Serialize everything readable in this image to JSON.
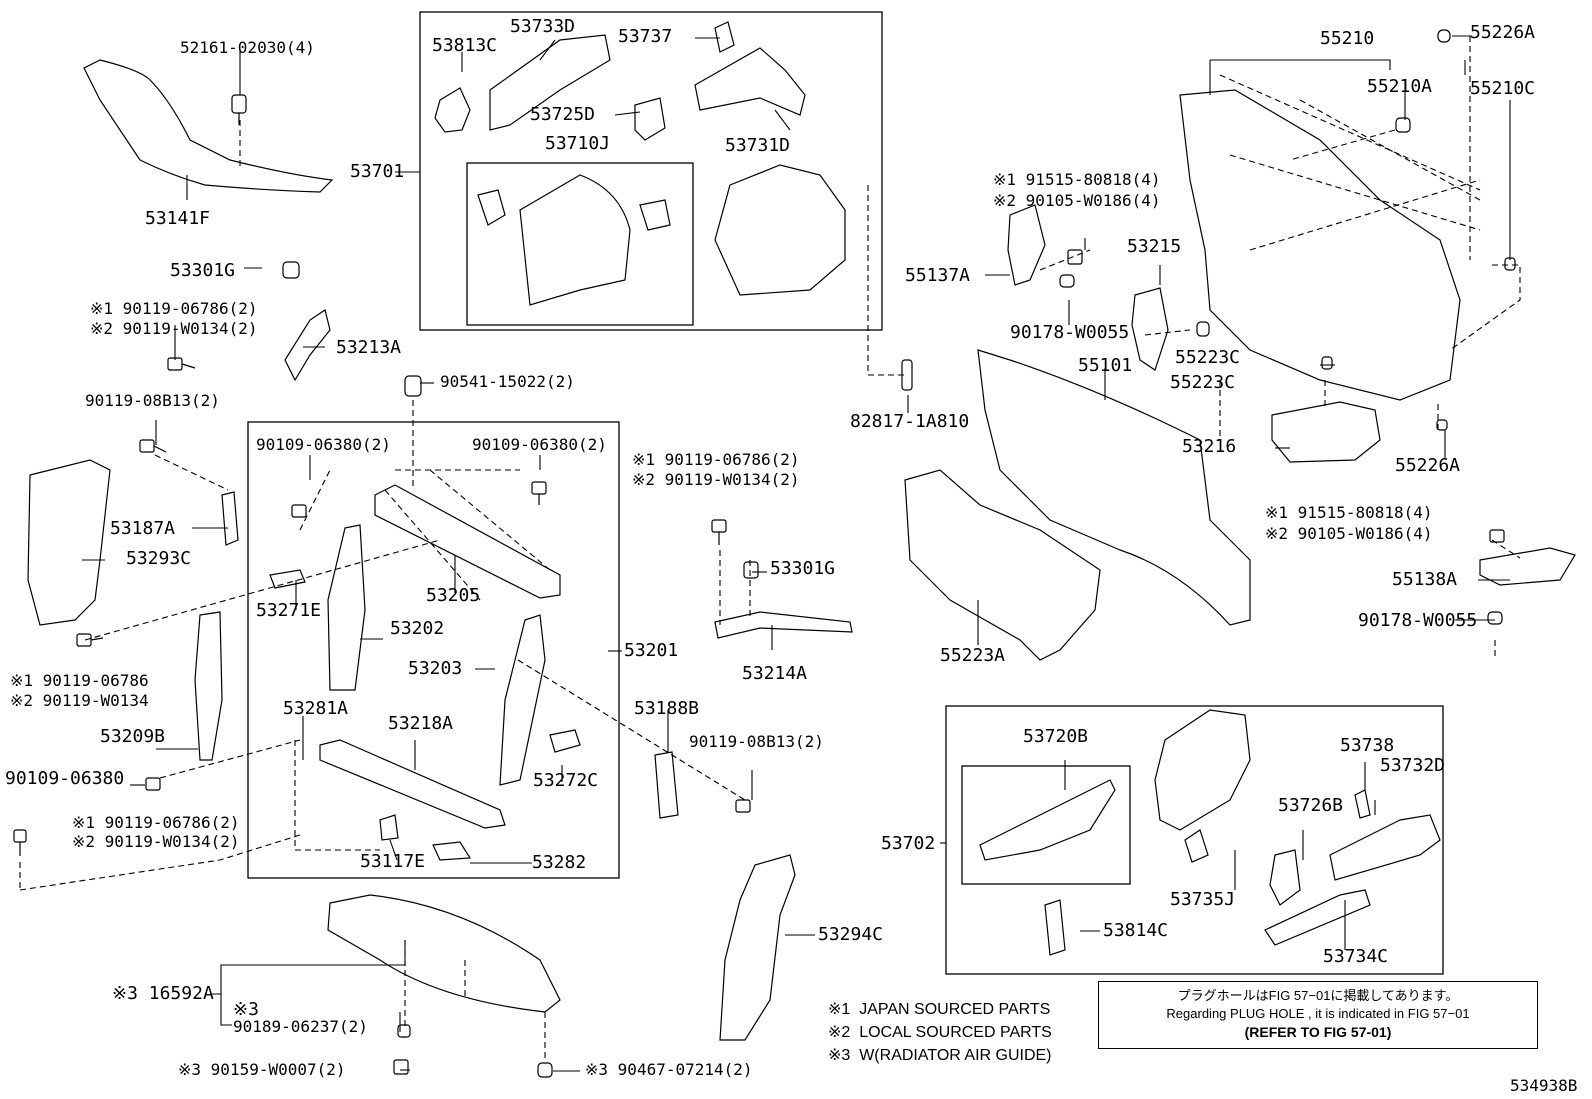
{
  "parts": [
    {
      "id": "p1",
      "text": "52161-02030(4)"
    },
    {
      "id": "p2",
      "text": "53141F"
    },
    {
      "id": "p3",
      "text": "53813C"
    },
    {
      "id": "p4",
      "text": "53733D"
    },
    {
      "id": "p5",
      "text": "53737"
    },
    {
      "id": "p6",
      "text": "53725D"
    },
    {
      "id": "p7",
      "text": "53710J"
    },
    {
      "id": "p8",
      "text": "53731D"
    },
    {
      "id": "p9",
      "text": "53701"
    },
    {
      "id": "p10",
      "text": "55210"
    },
    {
      "id": "p11",
      "text": "55226A"
    },
    {
      "id": "p12",
      "text": "55210A"
    },
    {
      "id": "p13",
      "text": "55210C"
    },
    {
      "id": "p14",
      "text": "※1 91515-80818(4)"
    },
    {
      "id": "p15",
      "text": "※2 90105-W0186(4)"
    },
    {
      "id": "p16",
      "text": "53215"
    },
    {
      "id": "p17",
      "text": "55137A"
    },
    {
      "id": "p18",
      "text": "90178-W0055"
    },
    {
      "id": "p19",
      "text": "55223C"
    },
    {
      "id": "p20",
      "text": "55223C"
    },
    {
      "id": "p21",
      "text": "55101"
    },
    {
      "id": "p22",
      "text": "82817-1A810"
    },
    {
      "id": "p23",
      "text": "53216"
    },
    {
      "id": "p24",
      "text": "55226A"
    },
    {
      "id": "p25",
      "text": "※1 91515-80818(4)"
    },
    {
      "id": "p26",
      "text": "※2 90105-W0186(4)"
    },
    {
      "id": "p27",
      "text": "55138A"
    },
    {
      "id": "p28",
      "text": "90178-W0055"
    },
    {
      "id": "p29",
      "text": "55223A"
    },
    {
      "id": "p30",
      "text": "53301G"
    },
    {
      "id": "p31",
      "text": "※1 90119-06786(2)"
    },
    {
      "id": "p32",
      "text": "※2 90119-W0134(2)"
    },
    {
      "id": "p33",
      "text": "53213A"
    },
    {
      "id": "p34",
      "text": "90541-15022(2)"
    },
    {
      "id": "p35",
      "text": "90119-08B13(2)"
    },
    {
      "id": "p36",
      "text": "90109-06380(2)"
    },
    {
      "id": "p37",
      "text": "90109-06380(2)"
    },
    {
      "id": "p38",
      "text": "※1 90119-06786(2)"
    },
    {
      "id": "p39",
      "text": "※2 90119-W0134(2)"
    },
    {
      "id": "p40",
      "text": "53187A"
    },
    {
      "id": "p41",
      "text": "53293C"
    },
    {
      "id": "p42",
      "text": "53301G"
    },
    {
      "id": "p43",
      "text": "53271E"
    },
    {
      "id": "p44",
      "text": "53205"
    },
    {
      "id": "p45",
      "text": "53202"
    },
    {
      "id": "p46",
      "text": "53201"
    },
    {
      "id": "p47",
      "text": "53203"
    },
    {
      "id": "p48",
      "text": "53214A"
    },
    {
      "id": "p49",
      "text": "※1 90119-06786"
    },
    {
      "id": "p50",
      "text": "※2 90119-W0134"
    },
    {
      "id": "p51",
      "text": "53209B"
    },
    {
      "id": "p52",
      "text": "53281A"
    },
    {
      "id": "p53",
      "text": "53218A"
    },
    {
      "id": "p54",
      "text": "53188B"
    },
    {
      "id": "p55",
      "text": "90119-08B13(2)"
    },
    {
      "id": "p56",
      "text": "90109-06380"
    },
    {
      "id": "p57",
      "text": "53272C"
    },
    {
      "id": "p58",
      "text": "※1 90119-06786(2)"
    },
    {
      "id": "p59",
      "text": "※2 90119-W0134(2)"
    },
    {
      "id": "p60",
      "text": "53117E"
    },
    {
      "id": "p61",
      "text": "53282"
    },
    {
      "id": "p62",
      "text": "53720B"
    },
    {
      "id": "p63",
      "text": "53738"
    },
    {
      "id": "p64",
      "text": "53732D"
    },
    {
      "id": "p65",
      "text": "53726B"
    },
    {
      "id": "p66",
      "text": "53702"
    },
    {
      "id": "p67",
      "text": "53735J"
    },
    {
      "id": "p68",
      "text": "53814C"
    },
    {
      "id": "p69",
      "text": "53734C"
    },
    {
      "id": "p70",
      "text": "53294C"
    },
    {
      "id": "p71",
      "text": "※3 16592A"
    },
    {
      "id": "p72",
      "text": "※3"
    },
    {
      "id": "p73",
      "text": "90189-06237(2)"
    },
    {
      "id": "p74",
      "text": "※3 90159-W0007(2)"
    },
    {
      "id": "p75",
      "text": "※3 90467-07214(2)"
    }
  ],
  "legend": [
    {
      "mark": "※1",
      "text": "JAPAN SOURCED PARTS"
    },
    {
      "mark": "※2",
      "text": "LOCAL SOURCED PARTS"
    },
    {
      "mark": "※3",
      "text": "W(RADIATOR AIR GUIDE)"
    }
  ],
  "note": {
    "line1": "プラグホールはFIG 57−01に掲載してあります。",
    "line2": "Regarding  PLUG  HOLE , it is indicated in FIG  57−01",
    "line3": "(REFER TO FIG 57-01)"
  },
  "figure_id": "534938B"
}
